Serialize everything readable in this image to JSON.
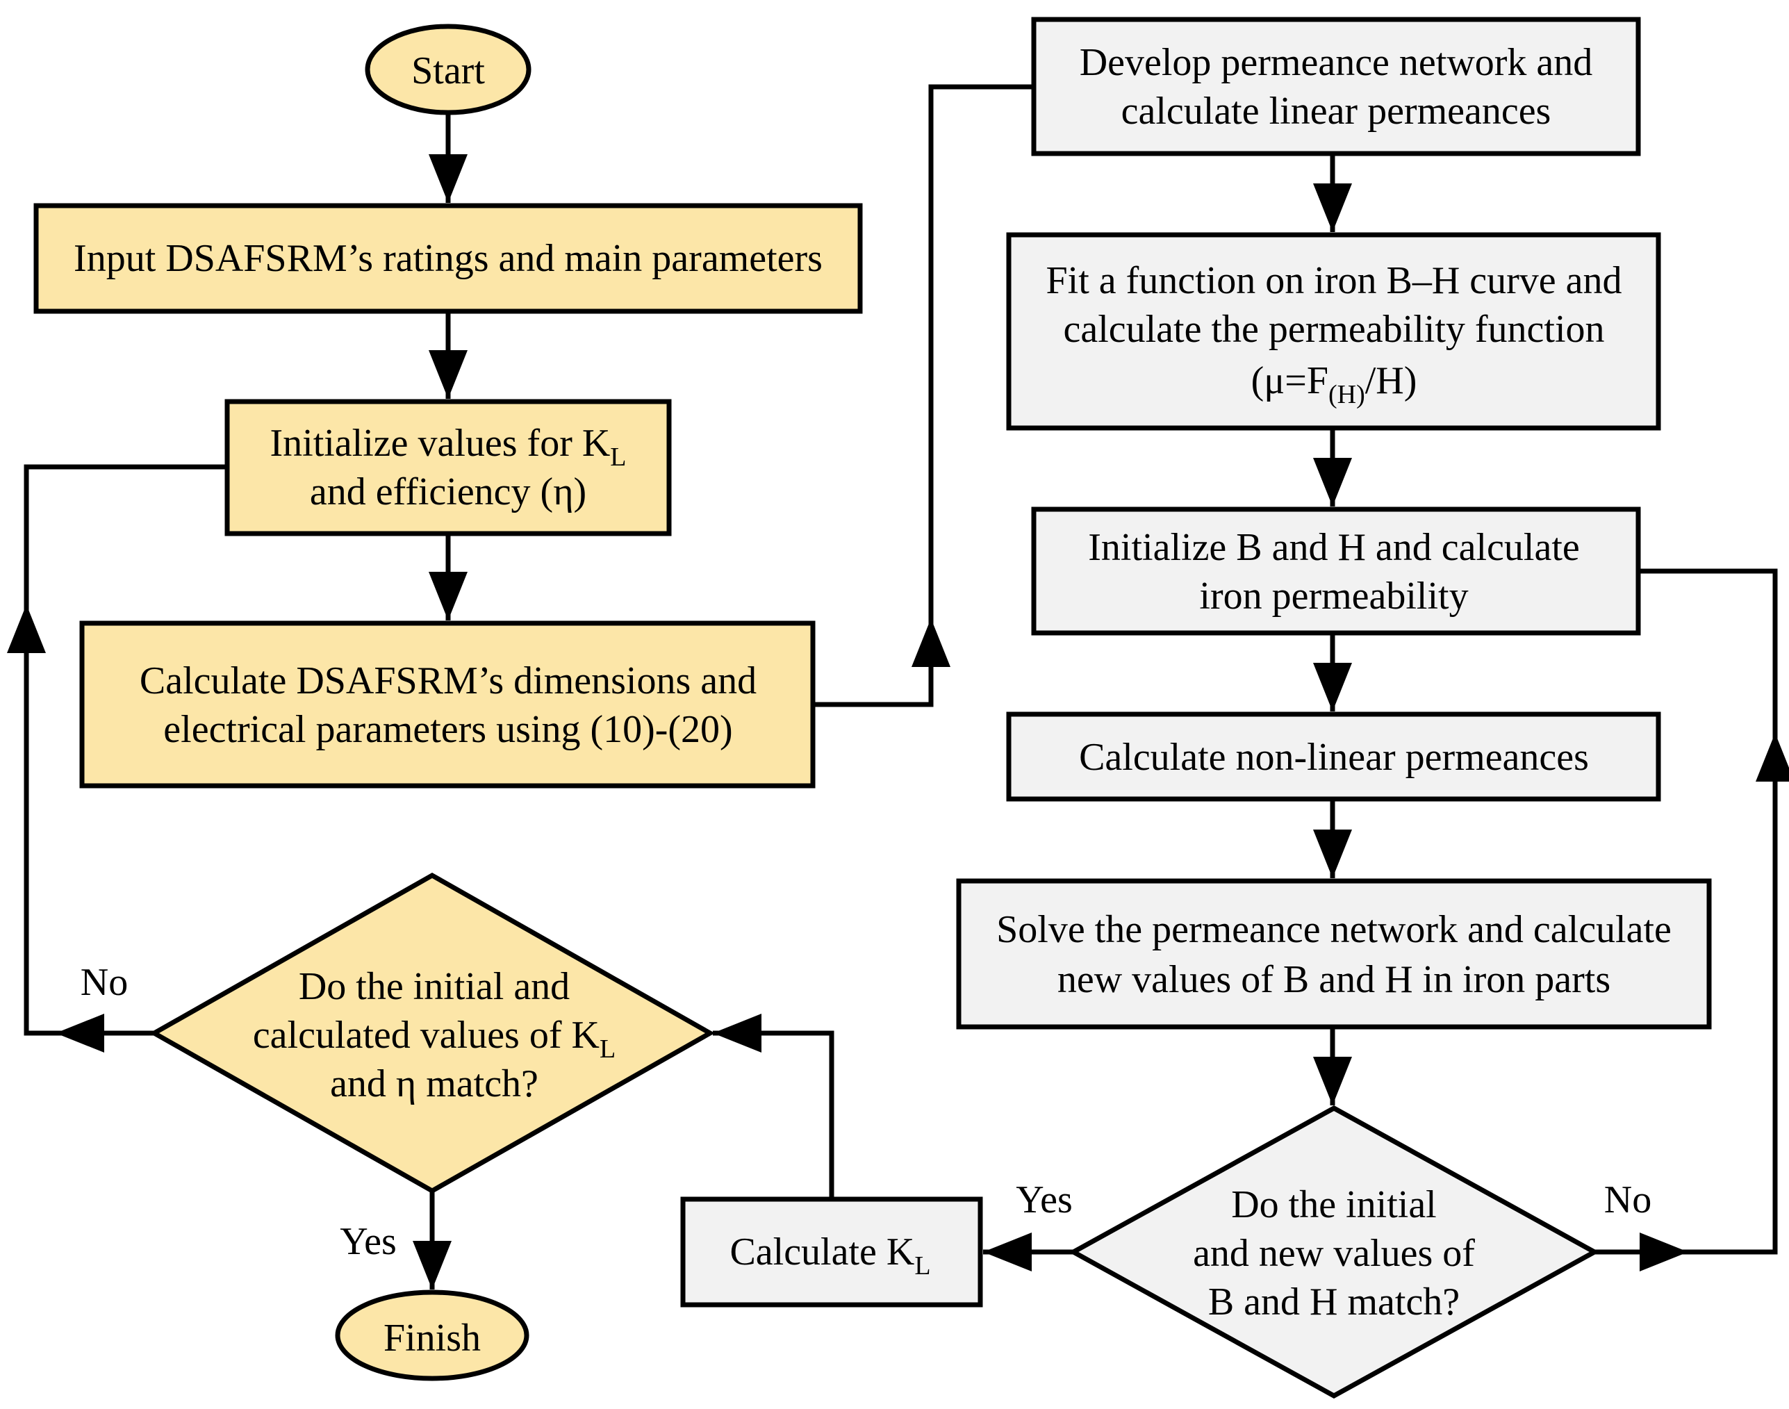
{
  "colors": {
    "yellow_fill": "#fce6a8",
    "gray_fill": "#f2f2f2",
    "stroke": "#000000"
  },
  "left_column": {
    "start": "Start",
    "input": "Input DSAFSRM’s ratings and main parameters",
    "init_kl": {
      "line1": "Initialize values for K",
      "line1_sub": "L",
      "line2": "and efficiency (η)"
    },
    "calc_dims": {
      "line1": "Calculate DSAFSRM’s dimensions and",
      "line2": "electrical parameters using (10)-(20)"
    },
    "decision": {
      "line1": "Do the initial and",
      "line2": "calculated values of K",
      "line2_sub": "L",
      "line3": "and η match?"
    },
    "no_label": "No",
    "yes_label": "Yes",
    "finish": "Finish"
  },
  "right_column": {
    "develop": {
      "line1": "Develop permeance network and",
      "line2": "calculate linear permeances"
    },
    "fit": {
      "line1": "Fit a function on iron B–H curve and",
      "line2": "calculate the permeability function",
      "line3_a": "(μ=F",
      "line3_sub": "(H)",
      "line3_b": "/H)"
    },
    "init_bh": {
      "line1": "Initialize B and H and calculate",
      "line2": "iron permeability"
    },
    "nonlinear": "Calculate non-linear permeances",
    "solve": {
      "line1": "Solve the permeance network and calculate",
      "line2": "new values of B and H in iron parts"
    },
    "decision": {
      "line1": "Do the initial",
      "line2": "and new values of",
      "line3": "B and H match?"
    },
    "yes_label": "Yes",
    "no_label": "No",
    "calc_kl": {
      "text": "Calculate K",
      "sub": "L"
    }
  }
}
